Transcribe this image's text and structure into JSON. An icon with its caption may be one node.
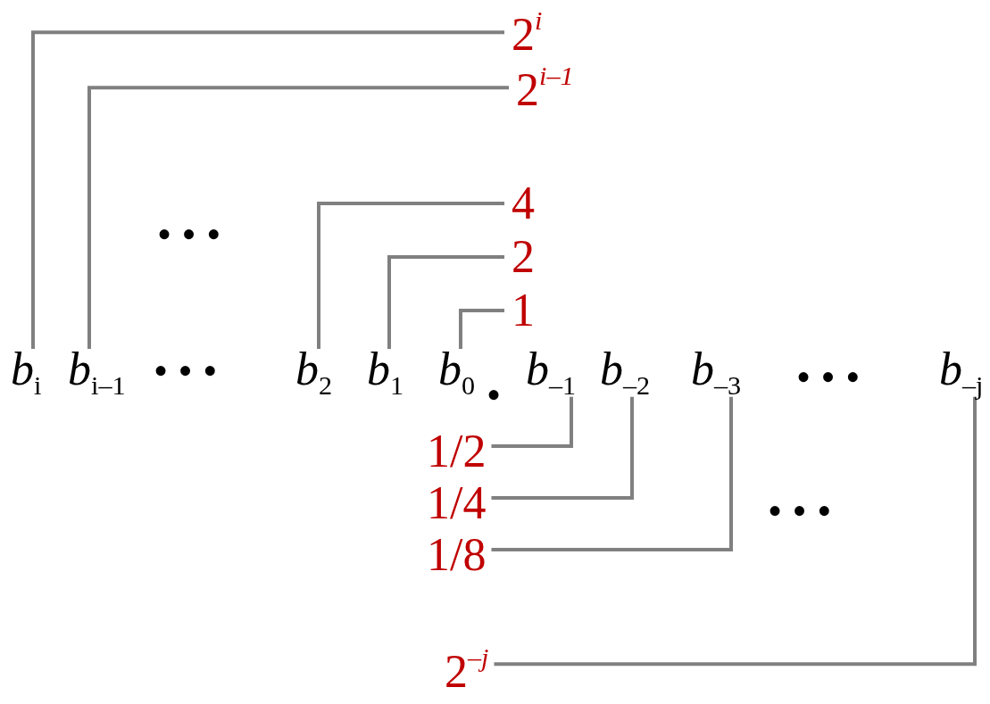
{
  "diagram": {
    "nodes": [
      {
        "text": [
          "2$^{i}$"
        ]
      },
      {
        "text": [
          "2$^{i–1}$"
        ]
      },
      {
        "text": [
          "4"
        ]
      },
      {
        "text": [
          "2"
        ]
      },
      {
        "text": [
          "1"
        ]
      },
      {
        "text": [
          "*b*$_{i}$"
        ]
      },
      {
        "text": [
          "*b*$_{i–1}$"
        ]
      },
      {
        "text": [
          "*b*$_{2}$"
        ]
      },
      {
        "text": [
          "*b*$_{1}$"
        ]
      },
      {
        "text": [
          "*b*$_{0}$"
        ]
      },
      {
        "text": [
          "*b*$_{–1}$"
        ]
      },
      {
        "text": [
          "*b*$_{–2}$"
        ]
      },
      {
        "text": [
          "*b*$_{–3}$"
        ]
      },
      {
        "text": [
          "*b*$_{–j}$"
        ]
      },
      {
        "text": [
          "1/2"
        ]
      },
      {
        "text": [
          "1/4"
        ]
      },
      {
        "text": [
          "1/8"
        ]
      },
      {
        "text": [
          "2$^{–j}$"
        ]
      }
    ],
    "edges": [
      {
        "from": 5,
        "to": 0,
        "arrow": "none"
      },
      {
        "from": 6,
        "to": 1,
        "arrow": "none"
      },
      {
        "from": 7,
        "to": 2,
        "arrow": "none"
      },
      {
        "from": 8,
        "to": 3,
        "arrow": "none"
      },
      {
        "from": 9,
        "to": 4,
        "arrow": "none"
      },
      {
        "from": 10,
        "to": 14,
        "arrow": "none"
      },
      {
        "from": 11,
        "to": 15,
        "arrow": "none"
      },
      {
        "from": 12,
        "to": 16,
        "arrow": "none"
      },
      {
        "from": 13,
        "to": 17,
        "arrow": "none"
      }
    ],
    "labels": [
      "• • •",
      "• • •",
      "•",
      "• • •",
      "• • •"
    ]
  }
}
